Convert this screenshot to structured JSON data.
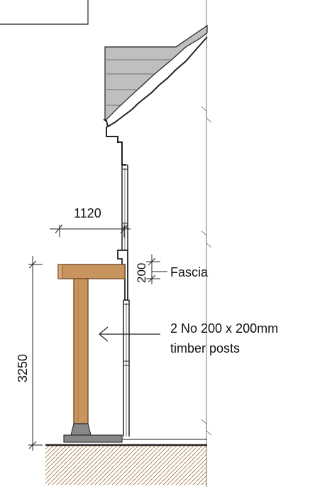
{
  "dimensions": {
    "offset": "1120",
    "fascia_depth": "200",
    "post_height": "3250"
  },
  "annotations": {
    "fascia": "Fascia",
    "posts_line1": "2 No 200 x 200mm",
    "posts_line2": "timber posts"
  },
  "colors": {
    "timber": "#c8955e",
    "timber_stroke": "#7a5430",
    "roof_fill": "#bfbfbf",
    "concrete": "#888888",
    "hatch": "#b08a5a"
  }
}
